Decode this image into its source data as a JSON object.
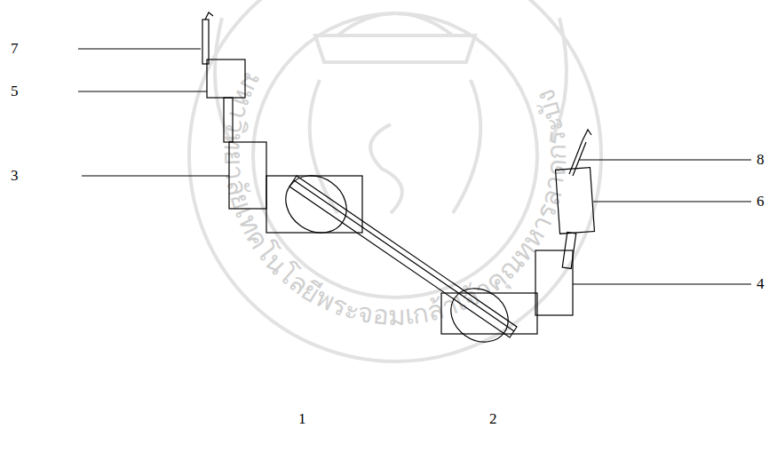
{
  "diagram": {
    "labels": [
      "7",
      "5",
      "8",
      "3",
      "6",
      "4",
      "1",
      "2",
      "มหาวิทยาลัยเทคโนโลยีพระจอมเกล้าเจ้าคุณทหารลาดกระบัง"
    ]
  }
}
